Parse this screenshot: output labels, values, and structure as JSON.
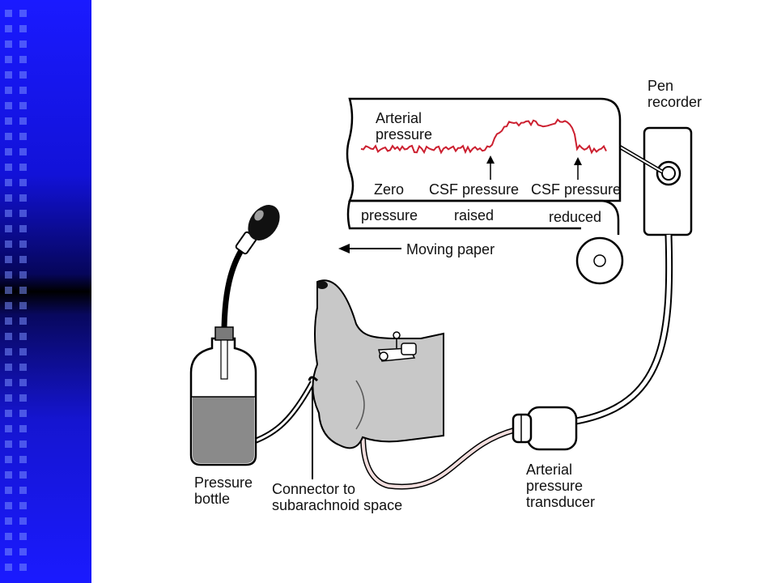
{
  "colors": {
    "sidebar": "#1a1aff",
    "trace": "#cc2030",
    "tube_blood": "#f2dede",
    "liquid": "#8a8a8a",
    "animal": "#c8c8c8"
  },
  "labels": {
    "pen_recorder": "Pen\nrecorder",
    "arterial_pressure": "Arterial\npressure",
    "zero_pressure_top": "Zero",
    "zero_pressure_bottom": "pressure",
    "csf_raised_top": "CSF pressure",
    "csf_raised_bottom": "raised",
    "csf_reduced_top": "CSF pressure",
    "csf_reduced_bottom": "reduced",
    "moving_paper": "Moving paper",
    "pressure_bottle": "Pressure\nbottle",
    "connector": "Connector to\nsubarachnoid space",
    "transducer": "Arterial\npressure\ntransducer"
  },
  "icons": {
    "squeeze_bulb": "rubber-bulb-icon",
    "bottle": "pressure-bottle-icon",
    "animal": "dog-icon",
    "roller": "paper-roller-icon",
    "recorder": "pen-recorder-icon",
    "transducer": "pressure-transducer-icon"
  }
}
